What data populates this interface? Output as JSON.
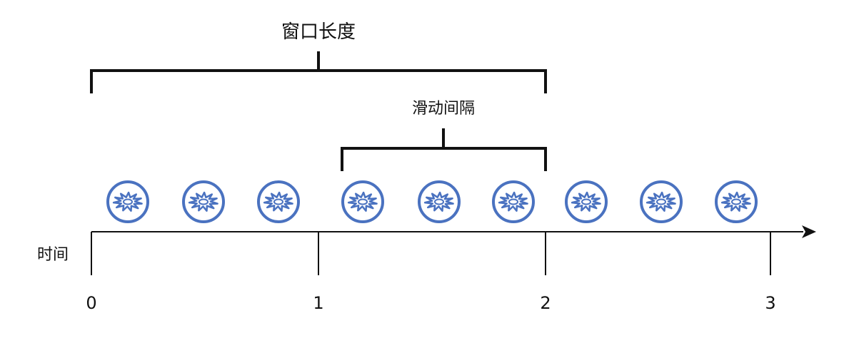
{
  "window_label": "窗口长度",
  "slide_label": "滑动间隔",
  "axis_label": "时间",
  "ticks": [
    "0",
    "1",
    "2",
    "3"
  ],
  "event_icon": "event-burst-icon",
  "event_count": 9,
  "colors": {
    "line": "#111111",
    "event_stroke": "#4a72c0",
    "event_fill": "#ffffff"
  }
}
